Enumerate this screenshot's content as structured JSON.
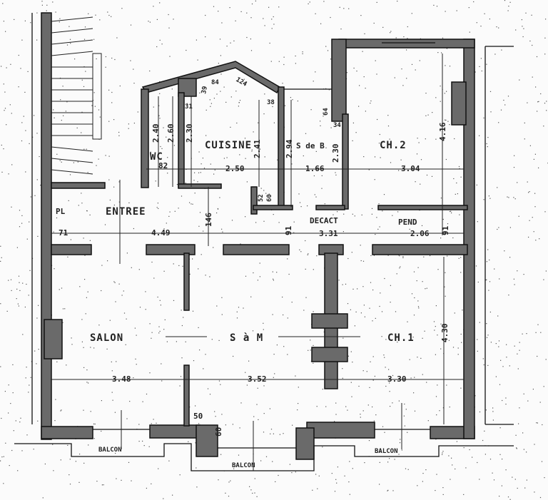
{
  "rooms": {
    "pl": "PL",
    "entree": "ENTREE",
    "wc": "WC",
    "cuisine": "CUISINE",
    "sdb": "S de B",
    "ch2": "CH.2",
    "decact": "DECACT",
    "pend": "PEND",
    "salon": "SALON",
    "sam": "S à M",
    "ch1": "CH.1",
    "balcon_left": "BALCON",
    "balcon_center": "BALCON",
    "balcon_right": "BALCON"
  },
  "dimensions": {
    "wc_width": "82",
    "cuisine_width": "2.50",
    "sdb_width": "1.66",
    "ch2_width": "3.04",
    "pl_width": "71",
    "entree_width": "4.49",
    "decact_width": "3.31",
    "pend_width": "2.06",
    "salon_width": "3.48",
    "sam_width": "3.52",
    "ch1_width": "3.30",
    "wc_h1": "2.40",
    "wc_h2": "2.60",
    "cuisine_h1": "2.30",
    "cuisine_h2": "2.41",
    "sdb_h1": "2.94",
    "sdb_h2": "2.30",
    "ch2_height": "4.16",
    "ch1_height": "4.30",
    "corridor_146": "146",
    "corridor_91a": "91",
    "corridor_91b": "91",
    "d39": "39",
    "d84": "84",
    "d124": "124",
    "d31": "31",
    "d38": "38",
    "d64": "64",
    "d34": "34",
    "d52": "52",
    "d60a": "60",
    "d50": "50",
    "d60b": "60"
  }
}
